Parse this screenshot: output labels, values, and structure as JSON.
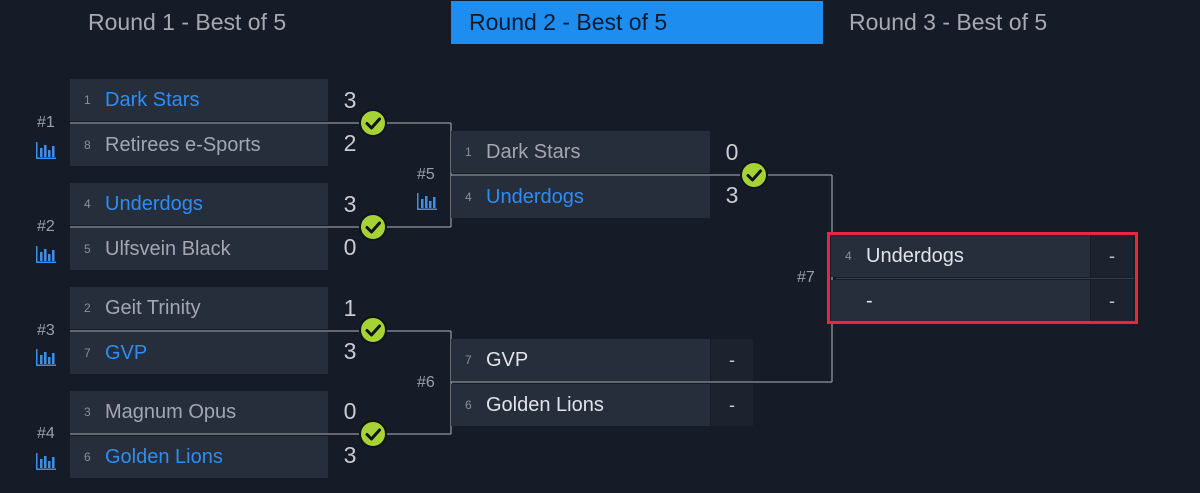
{
  "rounds": [
    {
      "label": "Round 1 - Best of 5",
      "active": false
    },
    {
      "label": "Round 2 - Best of 5",
      "active": true
    },
    {
      "label": "Round 3 - Best of 5",
      "active": false
    }
  ],
  "matches": {
    "m1": {
      "number": "#1",
      "teams": [
        {
          "seed": "1",
          "name": "Dark Stars",
          "score": "3",
          "winner": true
        },
        {
          "seed": "8",
          "name": "Retirees e-Sports",
          "score": "2",
          "winner": false
        }
      ]
    },
    "m2": {
      "number": "#2",
      "teams": [
        {
          "seed": "4",
          "name": "Underdogs",
          "score": "3",
          "winner": true
        },
        {
          "seed": "5",
          "name": "Ulfsvein Black",
          "score": "0",
          "winner": false
        }
      ]
    },
    "m3": {
      "number": "#3",
      "teams": [
        {
          "seed": "2",
          "name": "Geit Trinity",
          "score": "1",
          "winner": false
        },
        {
          "seed": "7",
          "name": "GVP",
          "score": "3",
          "winner": true
        }
      ]
    },
    "m4": {
      "number": "#4",
      "teams": [
        {
          "seed": "3",
          "name": "Magnum Opus",
          "score": "0",
          "winner": false
        },
        {
          "seed": "6",
          "name": "Golden Lions",
          "score": "3",
          "winner": true
        }
      ]
    },
    "m5": {
      "number": "#5",
      "teams": [
        {
          "seed": "1",
          "name": "Dark Stars",
          "score": "0",
          "winner": false
        },
        {
          "seed": "4",
          "name": "Underdogs",
          "score": "3",
          "winner": true
        }
      ]
    },
    "m6": {
      "number": "#6",
      "teams": [
        {
          "seed": "7",
          "name": "GVP",
          "score": "-",
          "winner": false
        },
        {
          "seed": "6",
          "name": "Golden Lions",
          "score": "-",
          "winner": false
        }
      ]
    },
    "m7": {
      "number": "#7",
      "teams": [
        {
          "seed": "4",
          "name": "Underdogs",
          "score": "-",
          "winner": false
        },
        {
          "seed": "",
          "name": "-",
          "score": "-",
          "winner": false
        }
      ]
    }
  },
  "colors": {
    "background": "#161c27",
    "active_tab": "#1d8ef0",
    "winner_text": "#2c8ef5",
    "check_green": "#a6d235",
    "highlight": "#e8263f"
  },
  "icons": {
    "stats": "bar-chart-icon",
    "completed": "checkmark-icon"
  }
}
